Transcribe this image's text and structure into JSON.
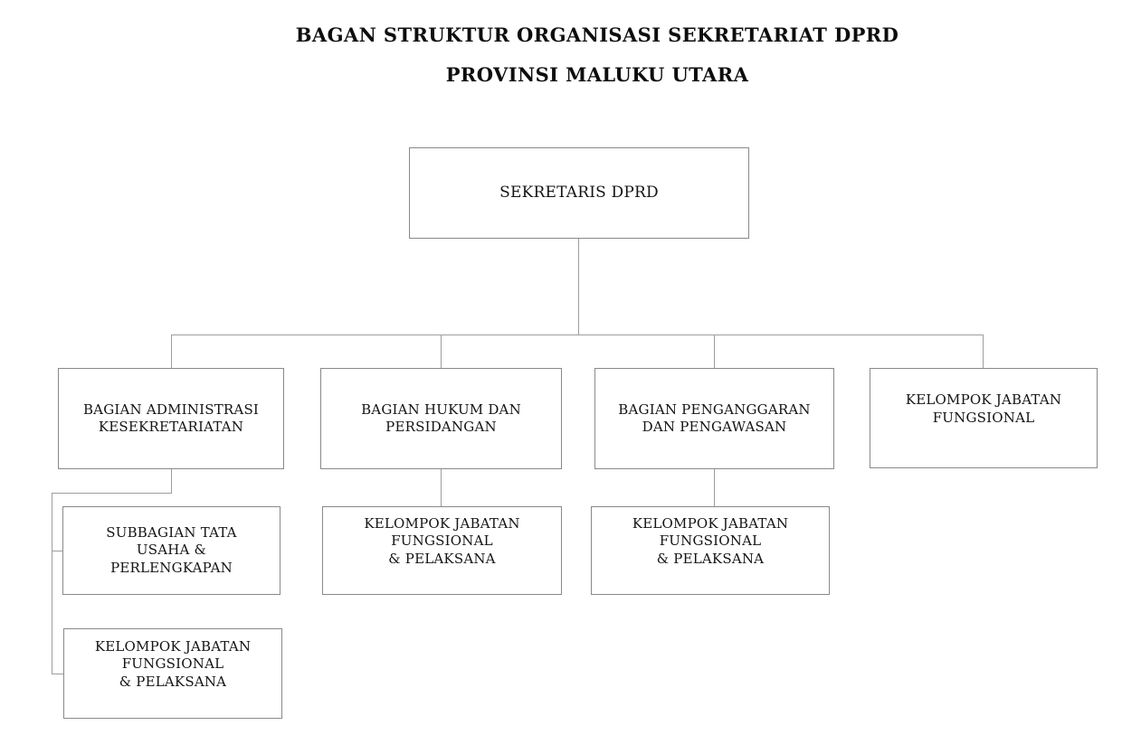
{
  "title": {
    "line1": "BAGAN STRUKTUR ORGANISASI SEKRETARIAT DPRD",
    "line2": "PROVINSI MALUKU UTARA"
  },
  "style": {
    "background_color": "#ffffff",
    "box_border_color": "#898989",
    "connector_color": "#9d9d9d",
    "text_color": "#141414"
  },
  "nodes": {
    "sekretaris": {
      "label": "SEKRETARIS DPRD"
    },
    "bagian_administrasi": {
      "lines": [
        "BAGIAN ADMINISTRASI",
        "KESEKRETARIATAN"
      ]
    },
    "bagian_hukum": {
      "lines": [
        "BAGIAN HUKUM DAN",
        "PERSIDANGAN"
      ]
    },
    "bagian_penganggaran": {
      "lines": [
        "BAGIAN PENGANGGARAN",
        "DAN PENGAWASAN"
      ]
    },
    "kelompok_fungsional": {
      "lines": [
        "KELOMPOK JABATAN",
        "FUNGSIONAL"
      ]
    },
    "subbagian_tata_usaha": {
      "lines": [
        "SUBBAGIAN TATA",
        "USAHA &",
        "PERLENGKAPAN"
      ]
    },
    "kelompok_pelaksana_hukum": {
      "lines": [
        "KELOMPOK JABATAN",
        "FUNGSIONAL",
        "& PELAKSANA"
      ]
    },
    "kelompok_pelaksana_penganggaran": {
      "lines": [
        "KELOMPOK JABATAN",
        "FUNGSIONAL",
        "& PELAKSANA"
      ]
    },
    "kelompok_pelaksana_administrasi": {
      "lines": [
        "KELOMPOK JABATAN",
        "FUNGSIONAL",
        "& PELAKSANA"
      ]
    }
  }
}
